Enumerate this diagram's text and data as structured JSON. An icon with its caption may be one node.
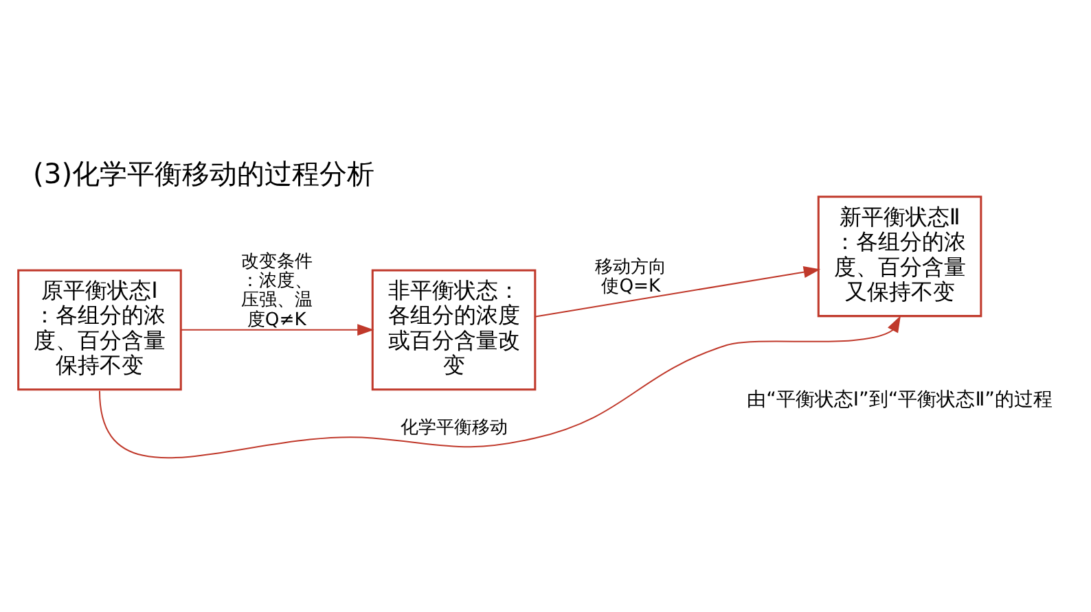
{
  "diagram": {
    "title": "(3)化学平衡移动的过程分析",
    "nodes": [
      {
        "text": [
          "原平衡状态Ⅰ：各组分的浓度、百分含量保持不变"
        ]
      },
      {
        "text": [
          "非平衡状态：各组分的浓度或百分含量改变"
        ]
      },
      {
        "text": [
          "新平衡状态Ⅱ：各组分的浓度、百分含量又保持不变"
        ]
      }
    ],
    "edges": [
      {
        "from": 0,
        "to": 1,
        "arrow": "to",
        "label": "改变条件：浓度、压强、温度Q≠K"
      },
      {
        "from": 1,
        "to": 2,
        "arrow": "to",
        "label": "移动方向使Q=K"
      },
      {
        "from": 0,
        "to": 2,
        "arrow": "to",
        "label": "化学平衡移动"
      }
    ],
    "labels": [
      "由“平衡状态Ⅰ”到“平衡状态Ⅱ”的过程"
    ]
  }
}
